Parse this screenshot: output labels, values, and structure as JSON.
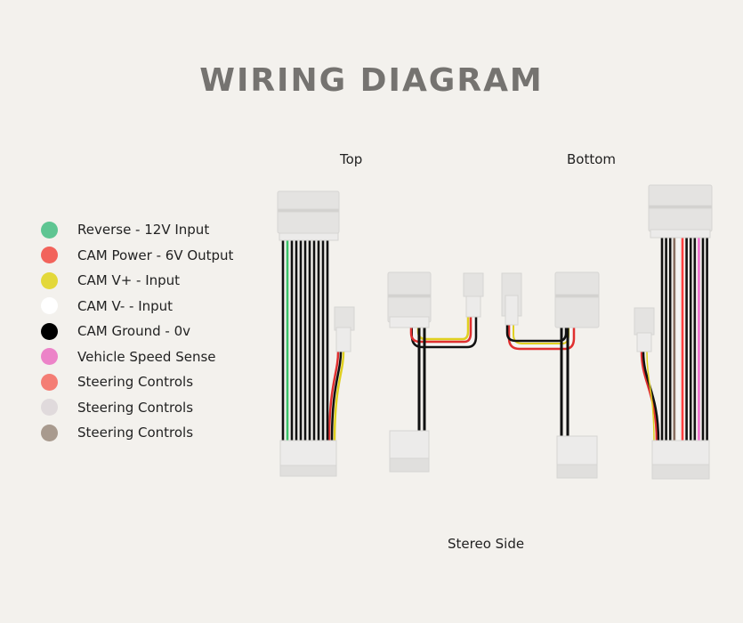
{
  "title": "WIRING DIAGRAM",
  "labels": {
    "top": "Top",
    "bottom": "Bottom",
    "stereo_side": "Stereo Side"
  },
  "legend": [
    {
      "label": "Reverse - 12V Input",
      "color": "#5ec592"
    },
    {
      "label": "CAM Power - 6V Output",
      "color": "#f2635b"
    },
    {
      "label": "CAM V+ - Input",
      "color": "#e3d83a"
    },
    {
      "label": "CAM V- - Input",
      "color": "#ffffff"
    },
    {
      "label": "CAM Ground - 0v",
      "color": "#000000"
    },
    {
      "label": "Vehicle Speed Sense",
      "color": "#ec83c8"
    },
    {
      "label": "Steering Controls",
      "color": "#f47d74"
    },
    {
      "label": "Steering Controls",
      "color": "#e0dadc"
    },
    {
      "label": "Steering Controls",
      "color": "#a89a8e"
    }
  ],
  "harnesses": {
    "left_main_wires": [
      "#111",
      "#3cc46a",
      "#111",
      "#111",
      "#111",
      "#111",
      "#111",
      "#111",
      "#111",
      "#111",
      "#111"
    ],
    "right_main_wires": [
      "#111",
      "#111",
      "#111",
      "#8a6f62",
      "#f5f5f5",
      "#ff4040",
      "#111",
      "#111",
      "#111",
      "#f070d0",
      "#111",
      "#111"
    ]
  }
}
